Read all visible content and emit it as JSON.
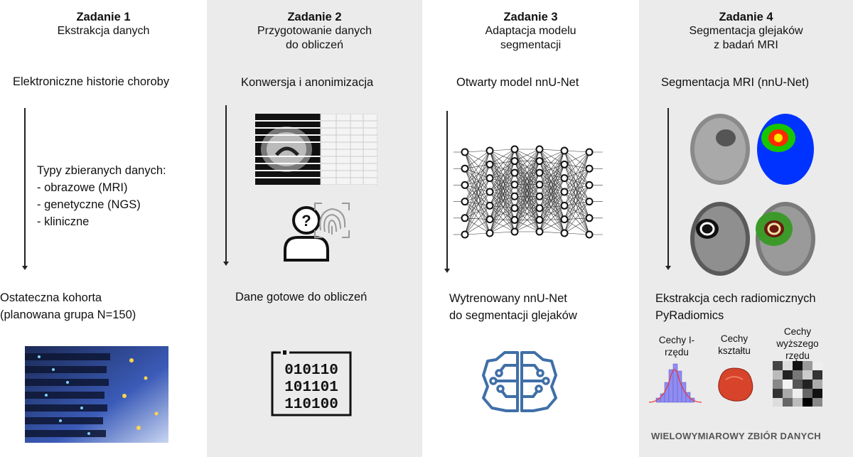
{
  "tasks": [
    {
      "title": "Zadanie 1",
      "subtitle": "Ekstrakcja danych",
      "top_text": "Elektroniczne historie choroby",
      "middle_text": "Typy zbieranych danych:\n- obrazowe (MRI)\n- genetyczne (NGS)\n- kliniczne",
      "bottom_text": "Ostateczna kohorta\n(planowana grupa N=150)"
    },
    {
      "title": "Zadanie 2",
      "subtitle": "Przygotowanie danych\ndo obliczeń",
      "top_text": "Konwersja i anonimizacja",
      "bottom_text": "Dane gotowe do obliczeń"
    },
    {
      "title": "Zadanie 3",
      "subtitle": "Adaptacja modelu\nsegmentacji",
      "top_text": "Otwarty model nnU-Net",
      "bottom_text": "Wytrenowany nnU-Net\ndo segmentacji glejaków"
    },
    {
      "title": "Zadanie 4",
      "subtitle": "Segmentacja glejaków\nz badań MRI",
      "top_text": "Segmentacja MRI (nnU-Net)",
      "bottom_text": "Ekstrakcja cech radiomicznych\nPyRadiomics"
    }
  ],
  "features": [
    "Cechy\nI-rzędu",
    "Cechy\nkształtu",
    "Cechy\nwyższego\nrzędu"
  ],
  "binary": [
    "010110",
    "101101",
    "110100"
  ],
  "footer": "WIELOWYMIAROWY ZBIÓR DANYCH",
  "icons": [
    "server-rack-photo",
    "mri-anonymization-image",
    "anonymous-user-icon",
    "fingerprint-icon",
    "binary-data-icon",
    "neural-network-icon",
    "ai-brain-circuit-icon",
    "mri-segmentation-images",
    "histogram-icon",
    "tumor-shape-icon",
    "texture-matrix-icon"
  ]
}
